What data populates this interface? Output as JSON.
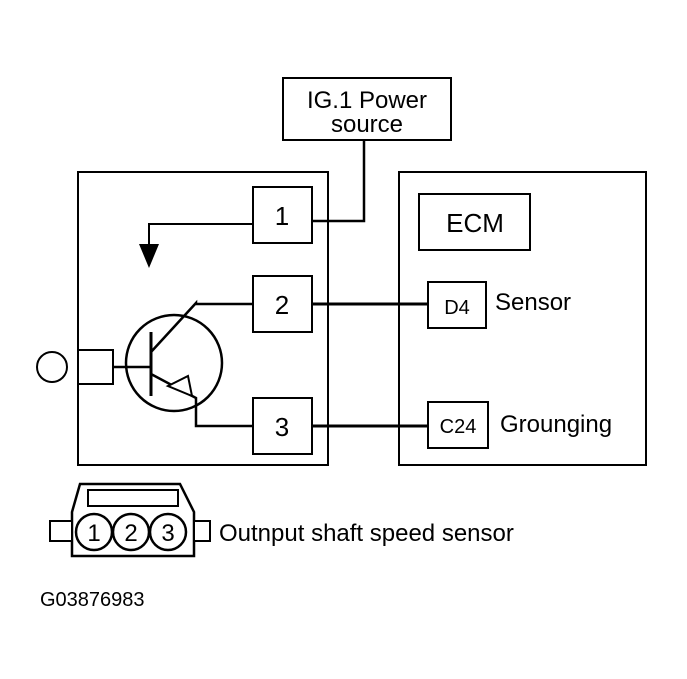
{
  "power_source": {
    "line1": "IG.1 Power",
    "line2": "source"
  },
  "sensor": {
    "terminals": [
      "1",
      "2",
      "3"
    ],
    "connector_pins": [
      "1",
      "2",
      "3"
    ],
    "label": "Outnput shaft speed sensor"
  },
  "ecm": {
    "title": "ECM",
    "terminals": [
      {
        "id": "D4",
        "label": "Sensor"
      },
      {
        "id": "C24",
        "label": "Grounging"
      }
    ]
  },
  "figure_id": "G03876983",
  "colors": {
    "ink": "#000000",
    "paper": "#ffffff"
  }
}
